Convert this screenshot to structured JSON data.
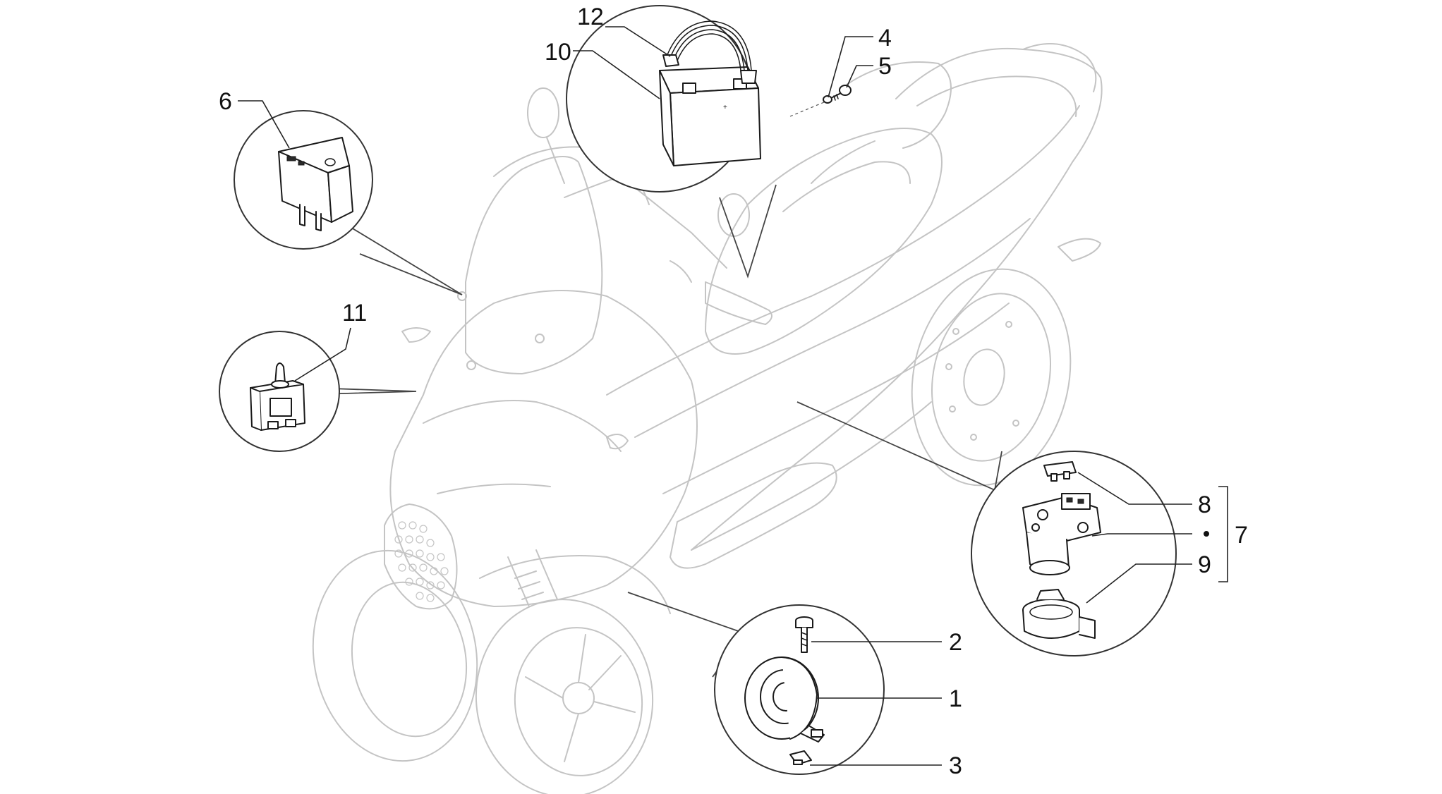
{
  "callouts": {
    "c1": "1",
    "c2": "2",
    "c3": "3",
    "c4": "4",
    "c5": "5",
    "c6": "6",
    "c7": "7",
    "c8": "8",
    "c9": "9",
    "c10": "10",
    "c11": "11",
    "c12": "12"
  },
  "colors": {
    "ghost_outline": "#c4c4c4",
    "part_outline": "#1a1a1a",
    "background": "#ffffff"
  }
}
